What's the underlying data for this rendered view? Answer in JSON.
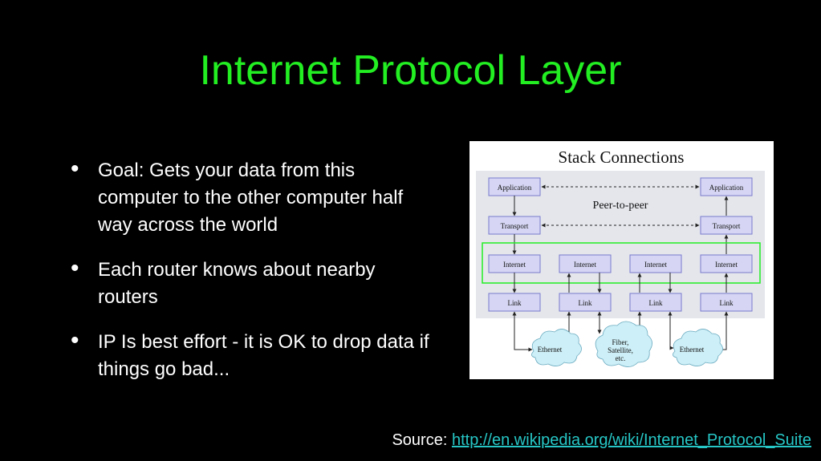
{
  "slide": {
    "title": "Internet Protocol Layer",
    "bullets": [
      "Goal: Gets your data from this computer to the other computer half way across the world",
      "Each router knows about nearby routers",
      "IP Is best effort - it is OK to drop data if things go bad..."
    ],
    "source_label": "Source:",
    "source_link": "http://en.wikipedia.org/wiki/Internet_Protocol_Suite"
  },
  "diagram": {
    "title": "Stack Connections",
    "peer_label": "Peer-to-peer",
    "application": "Application",
    "transport": "Transport",
    "internet": "Internet",
    "link": "Link",
    "clouds": {
      "left": "Ethernet",
      "middle": [
        "Fiber,",
        "Satellite,",
        "etc."
      ],
      "right": "Ethernet"
    },
    "colors": {
      "highlight": "#22ee22",
      "box_fill": "#d6d6f4",
      "box_stroke": "#7a7acc",
      "panel": "#e4e6ec",
      "cloud_fill": "#cdeff7"
    }
  }
}
